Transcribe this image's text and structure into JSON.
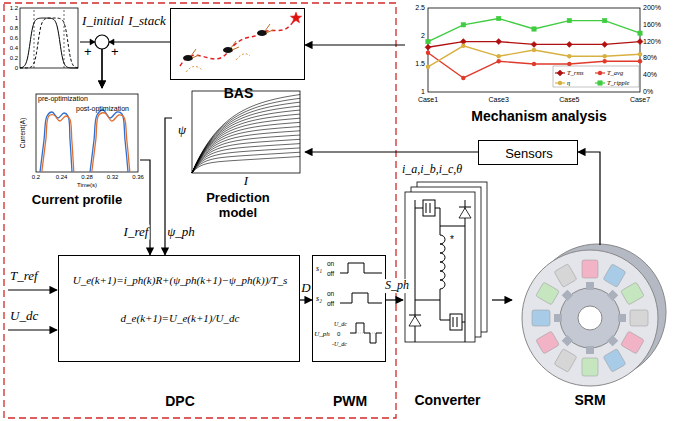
{
  "diagram": {
    "nodes": [
      {
        "text": [
          "1.2",
          "1",
          "0.8",
          "0.6",
          "0.4",
          "0.2",
          "0"
        ]
      },
      {
        "text": [
          "BAS"
        ]
      },
      {
        "text": [
          "2.5",
          "2",
          "1.5",
          "1",
          "200%",
          "160%",
          "120%",
          "80%",
          "40%",
          "0%",
          "Case1",
          "Case3",
          "Case5",
          "Case7",
          "T_rms",
          "T_avg",
          "η",
          "T_ripple",
          "Mechanism analysis"
        ]
      },
      {
        "text": [
          "Current(A)",
          "pre-optimization",
          "post-optimization",
          "0.2",
          "0.24",
          "0.28",
          "0.32",
          "0.36",
          "Time(s)",
          "Current profile"
        ]
      },
      {
        "text": [
          "ψ",
          "I",
          "Prediction model"
        ]
      },
      {
        "text": [
          "Sensors"
        ]
      },
      {
        "text": [
          "U_e(k+1)=i_ph(k)R+(ψ_ph(k+1)−ψ_ph(k))/T_s",
          "d_e(k+1)=U_e(k+1)/U_dc",
          "DPC"
        ]
      },
      {
        "text": [
          "s₁",
          "on",
          "off",
          "s₂",
          "on",
          "off",
          "U_ph",
          "U_dc",
          "0",
          "-U_dc",
          "PWM"
        ]
      },
      {
        "text": [
          "Converter"
        ]
      },
      {
        "text": [
          "SRM"
        ]
      }
    ],
    "edges": [
      {
        "from": 2,
        "to": 1,
        "arrow": "to"
      },
      {
        "from": 1,
        "to": 3,
        "arrow": "to",
        "label": "I_stack"
      },
      {
        "from": 0,
        "to": 3,
        "arrow": "to",
        "label": "I_initial"
      },
      {
        "from": 3,
        "to": 6,
        "arrow": "to",
        "label": "I_ref"
      },
      {
        "from": 4,
        "to": 6,
        "arrow": "to",
        "label": "ψ_ph"
      },
      {
        "from": 6,
        "to": 7,
        "arrow": "to",
        "label": "D"
      },
      {
        "from": 7,
        "to": 8,
        "arrow": "to",
        "label": "S_ph"
      },
      {
        "from": 8,
        "to": 9,
        "arrow": "to"
      },
      {
        "from": 9,
        "to": 5,
        "arrow": "to"
      },
      {
        "from": 5,
        "to": 4,
        "arrow": "to"
      }
    ],
    "labels": [
      "T_ref",
      "U_dc",
      "i_a,i_b,i_c,θ",
      "+",
      "+",
      "*"
    ]
  }
}
